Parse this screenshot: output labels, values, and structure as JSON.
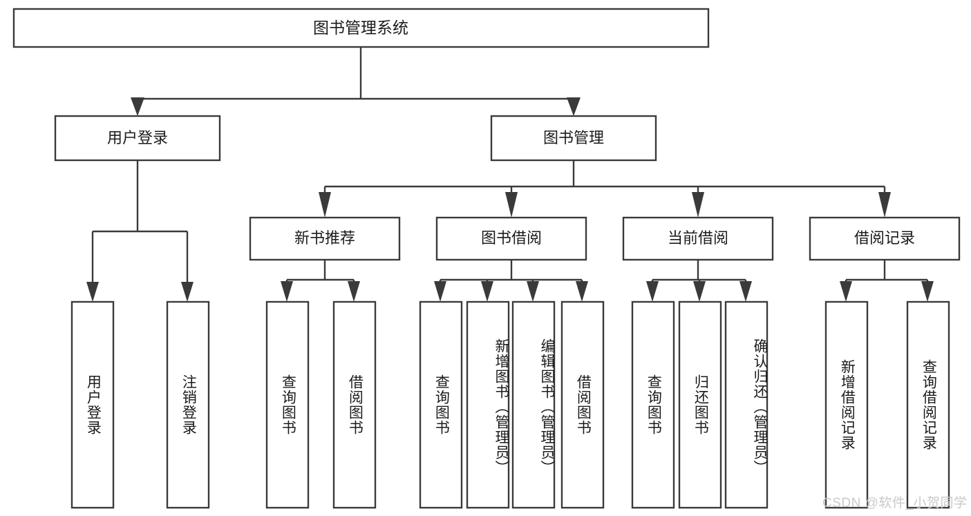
{
  "diagram": {
    "type": "tree-hierarchy",
    "title": "图书管理系统",
    "watermark": "CSDN @软件_小贺同学",
    "levels": 4,
    "nodes": {
      "root": {
        "label": "图书管理系统",
        "level": 1
      },
      "l2": [
        {
          "id": "user-login",
          "label": "用户登录",
          "level": 2
        },
        {
          "id": "book-manage",
          "label": "图书管理",
          "level": 2
        }
      ],
      "l3": [
        {
          "id": "new-book-rec",
          "label": "新书推荐",
          "level": 3,
          "parent": "book-manage"
        },
        {
          "id": "book-borrow",
          "label": "图书借阅",
          "level": 3,
          "parent": "book-manage"
        },
        {
          "id": "current-borrow",
          "label": "当前借阅",
          "level": 3,
          "parent": "book-manage"
        },
        {
          "id": "borrow-record",
          "label": "借阅记录",
          "level": 3,
          "parent": "book-manage"
        }
      ],
      "leaves": [
        {
          "id": "leaf-user-login",
          "label": "用户登录",
          "parent": "user-login"
        },
        {
          "id": "leaf-user-logout",
          "label": "注销登录",
          "parent": "user-login"
        },
        {
          "id": "leaf-query-book-1",
          "label": "查询图书",
          "parent": "new-book-rec"
        },
        {
          "id": "leaf-borrow-book-1",
          "label": "借阅图书",
          "parent": "new-book-rec"
        },
        {
          "id": "leaf-query-book-2",
          "label": "查询图书",
          "parent": "book-borrow"
        },
        {
          "id": "leaf-add-book",
          "label": "新增图书（管理员）",
          "parent": "book-borrow"
        },
        {
          "id": "leaf-edit-book",
          "label": "编辑图书（管理员）",
          "parent": "book-borrow"
        },
        {
          "id": "leaf-borrow-book-2",
          "label": "借阅图书",
          "parent": "book-borrow"
        },
        {
          "id": "leaf-query-book-3",
          "label": "查询图书",
          "parent": "current-borrow"
        },
        {
          "id": "leaf-return-book",
          "label": "归还图书",
          "parent": "current-borrow"
        },
        {
          "id": "leaf-confirm-return",
          "label": "确认归还（管理员）",
          "parent": "current-borrow"
        },
        {
          "id": "leaf-add-record",
          "label": "新增借阅记录",
          "parent": "borrow-record"
        },
        {
          "id": "leaf-query-record",
          "label": "查询借阅记录",
          "parent": "borrow-record"
        }
      ]
    },
    "colors": {
      "stroke": "#3a3a3a",
      "fill": "#ffffff",
      "text": "#1b1b1b",
      "watermark": "#c9c9c9"
    }
  }
}
